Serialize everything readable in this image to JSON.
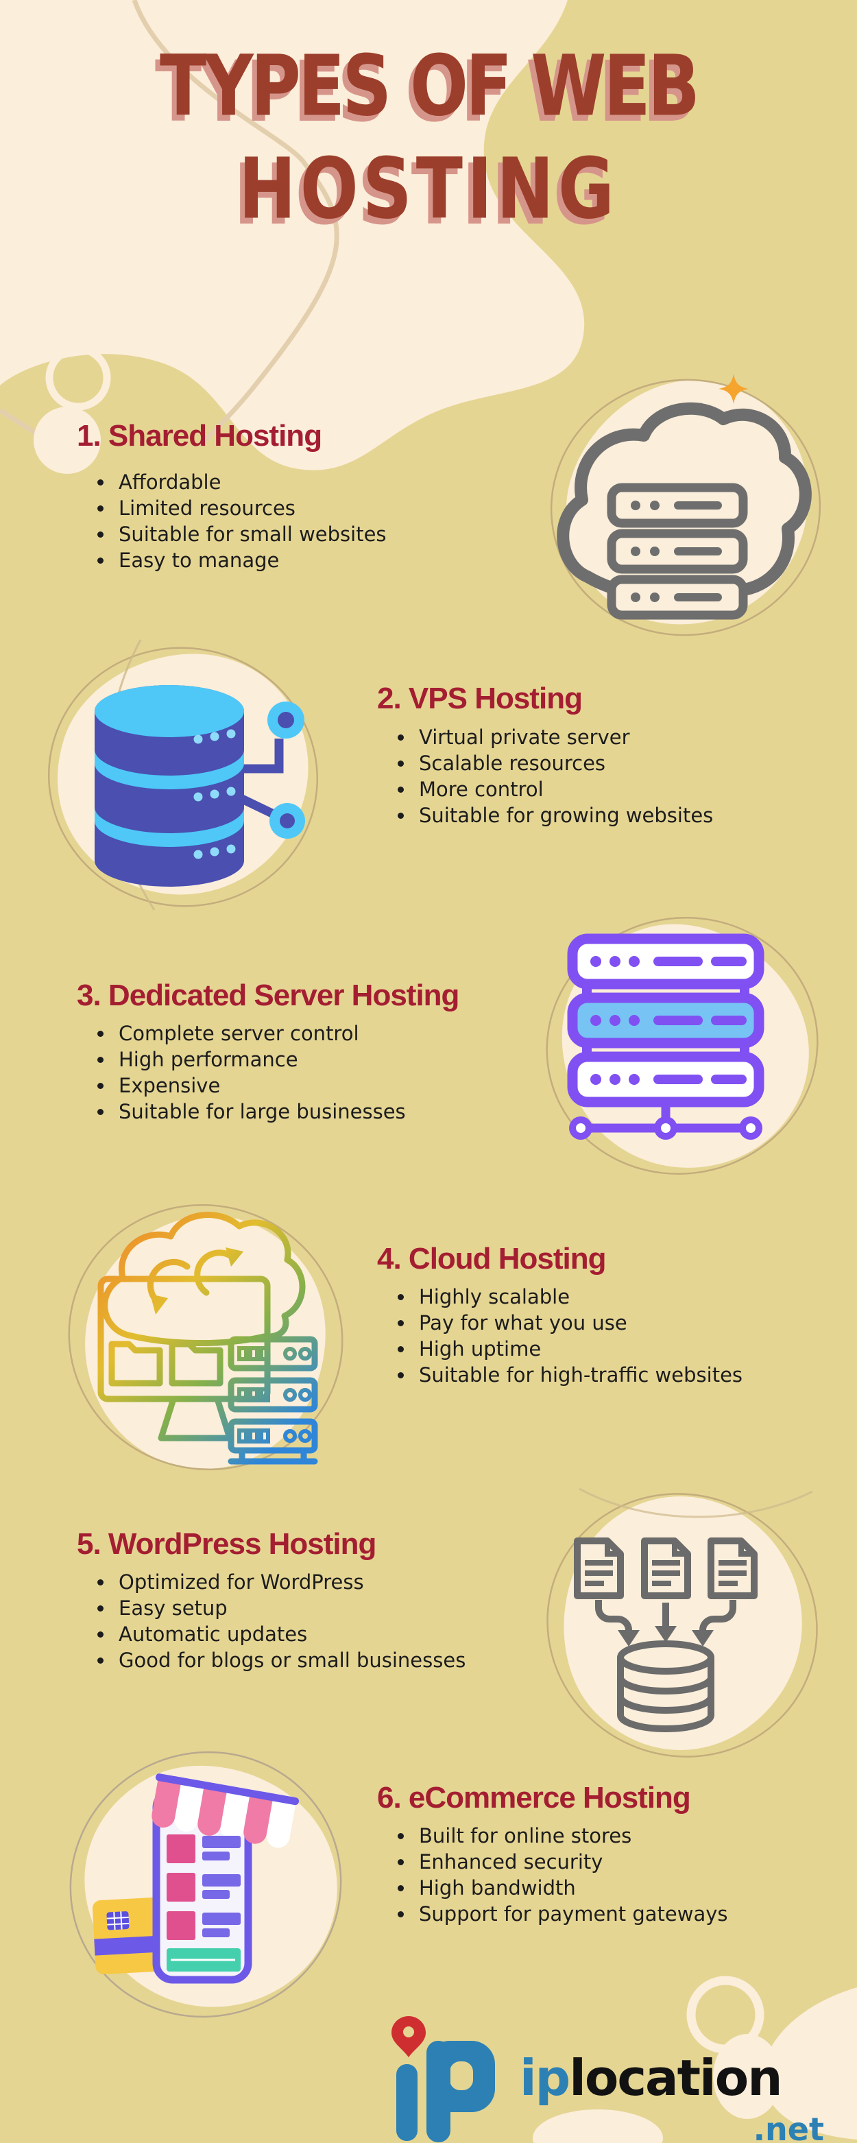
{
  "title": {
    "line1": "TYPES OF WEB",
    "line2": "HOSTING"
  },
  "sections": [
    {
      "heading": "1. Shared Hosting",
      "icon": "cloud-server-icon",
      "bullets": [
        "Affordable",
        "Limited resources",
        "Suitable for small websites",
        "Easy to manage"
      ]
    },
    {
      "heading": "2. VPS Hosting",
      "icon": "database-circuit-icon",
      "bullets": [
        "Virtual private server",
        "Scalable resources",
        "More control",
        "Suitable for growing websites"
      ]
    },
    {
      "heading": "3. Dedicated Server Hosting",
      "icon": "server-rack-nodes-icon",
      "bullets": [
        "Complete server control",
        "High performance",
        "Expensive",
        "Suitable for large businesses"
      ]
    },
    {
      "heading": "4. Cloud Hosting",
      "icon": "cloud-computing-monitor-icon",
      "bullets": [
        "Highly scalable",
        "Pay for what you use",
        "High uptime",
        "Suitable for high-traffic websites"
      ]
    },
    {
      "heading": "5. WordPress Hosting",
      "icon": "documents-to-database-icon",
      "bullets": [
        "Optimized for WordPress",
        "Easy setup",
        "Automatic updates",
        "Good for blogs or small businesses"
      ]
    },
    {
      "heading": "6. eCommerce Hosting",
      "icon": "mobile-storefront-icon",
      "bullets": [
        "Built for online stores",
        "Enhanced security",
        "High bandwidth",
        "Support for payment gateways"
      ]
    }
  ],
  "footer": {
    "logo_ip": "ip",
    "logo_location": "location",
    "logo_tld": ".net"
  },
  "colors": {
    "background": "#e5d593",
    "blob_cream": "#fbeeda",
    "title": "#9c3e2c",
    "title_shadow": "#d6958a",
    "heading": "#a41e32",
    "body_text": "#1c1c1c",
    "icon_gray": "#6e6e6e",
    "sparkle_orange": "#f5a42e",
    "indigo": "#4a4fb0",
    "light_blue": "#4fc8f7",
    "purple": "#8050f2",
    "logo_blue": "#2c80b4",
    "pin_red": "#cf2e31",
    "awning_pink": "#f07ba6",
    "teal": "#45d0ad",
    "card_yellow": "#f6c844"
  }
}
